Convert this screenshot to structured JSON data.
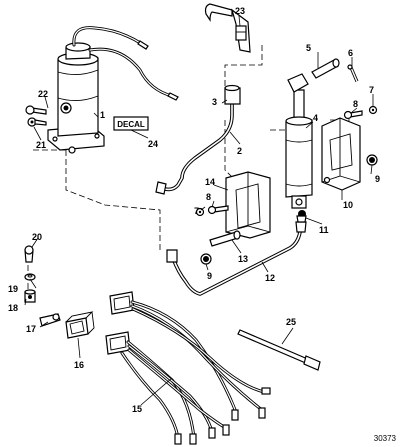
{
  "diagram": {
    "callouts": [
      "1",
      "2",
      "3",
      "4",
      "5",
      "6",
      "7",
      "8",
      "9",
      "10",
      "11",
      "12",
      "13",
      "14",
      "15",
      "16",
      "17",
      "18",
      "19",
      "20",
      "21",
      "22",
      "23",
      "24",
      "25"
    ],
    "decal_label": "DECAL",
    "reference_number": "30373"
  }
}
